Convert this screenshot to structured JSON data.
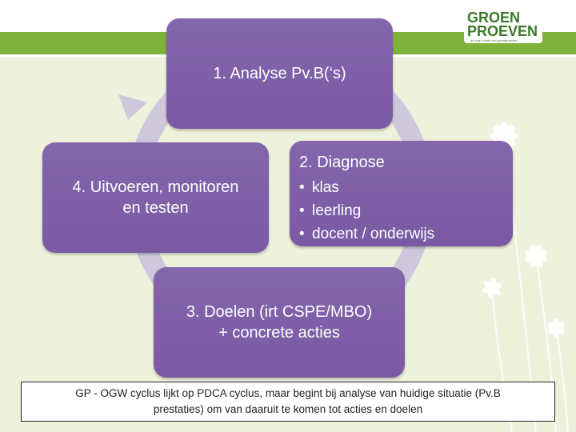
{
  "logo": {
    "line1": "GROEN",
    "line2": "PROEVEN",
    "tagline": "de vrije ruimte van groenproeven"
  },
  "cycle": {
    "step1": {
      "label": "1. Analyse Pv.B(‘s)"
    },
    "step2": {
      "title": "2. Diagnose",
      "bullets": [
        "klas",
        "leerling",
        "docent / onderwijs"
      ]
    },
    "step3": {
      "line1": "3. Doelen (irt CSPE/MBO)",
      "line2": "+ concrete acties"
    },
    "step4": {
      "line1": "4. Uitvoeren, monitoren",
      "line2": "en testen"
    }
  },
  "caption": {
    "line1": "GP - OGW cyclus  lijkt op PDCA cyclus, maar begint bij analyse van huidige situatie (Pv.B",
    "line2": "prestaties) om van daaruit  te komen tot acties en doelen"
  },
  "colors": {
    "box": "#7b5ca4",
    "arrow": "#cfc8dd",
    "band": "#7fb23a",
    "panel": "#eef1dc"
  }
}
